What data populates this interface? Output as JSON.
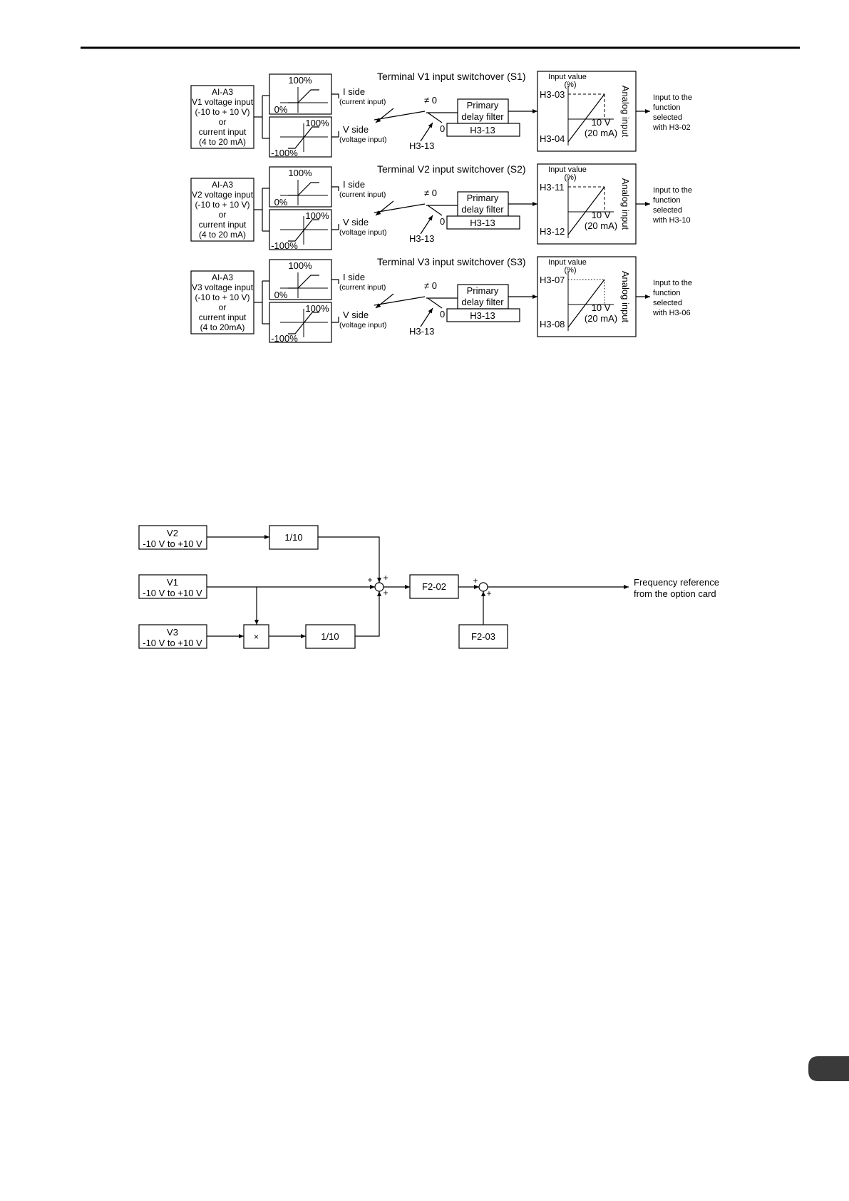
{
  "diagram1": {
    "channels": [
      {
        "source_lines": [
          "AI-A3",
          "V1 voltage input",
          "(-10 to + 10 V)",
          "or",
          "current input",
          "(4 to 20 mA)"
        ],
        "cur_top": "100%",
        "cur_bottom": "0%",
        "volt_top": "100%",
        "volt_bottom": "-100%",
        "i_side": "I side",
        "i_side_sub": "(current input)",
        "v_side": "V side",
        "v_side_sub": "(voltage input)",
        "switchover": "Terminal V1 input switchover (S1)",
        "neq0": "≠ 0",
        "zero": "0",
        "h313_label": "H3-13",
        "filter_line1": "Primary",
        "filter_line2": "delay filter",
        "filter_param": "H3-13",
        "graph_title1": "Input value",
        "graph_title2": "(%)",
        "gain_param": "H3-03",
        "bias_param": "H3-04",
        "v_label": "10 V",
        "ma_label": "(20 mA)",
        "analog_input": "Analog input",
        "output_lines": [
          "Input to the",
          "function",
          "selected",
          "with H3-02"
        ]
      },
      {
        "source_lines": [
          "AI-A3",
          "V2 voltage input",
          "(-10 to + 10 V)",
          "or",
          "current input",
          "(4 to 20 mA)"
        ],
        "cur_top": "100%",
        "cur_bottom": "0%",
        "volt_top": "100%",
        "volt_bottom": "-100%",
        "i_side": "I side",
        "i_side_sub": "(current input)",
        "v_side": "V side",
        "v_side_sub": "(voltage input)",
        "switchover": "Terminal V2 input switchover (S2)",
        "neq0": "≠ 0",
        "zero": "0",
        "h313_label": "H3-13",
        "filter_line1": "Primary",
        "filter_line2": "delay filter",
        "filter_param": "H3-13",
        "graph_title1": "Input value",
        "graph_title2": "(%)",
        "gain_param": "H3-11",
        "bias_param": "H3-12",
        "v_label": "10 V",
        "ma_label": "(20 mA)",
        "analog_input": "Analog input",
        "output_lines": [
          "Input to the",
          "function",
          "selected",
          "with H3-10"
        ]
      },
      {
        "source_lines": [
          "AI-A3",
          "V3 voltage input",
          "(-10 to + 10 V)",
          "or",
          "current input",
          "(4 to 20mA)"
        ],
        "cur_top": "100%",
        "cur_bottom": "0%",
        "volt_top": "100%",
        "volt_bottom": "-100%",
        "i_side": "I side",
        "i_side_sub": "(current input)",
        "v_side": "V side",
        "v_side_sub": "(voltage input)",
        "switchover": "Terminal V3 input switchover (S3)",
        "neq0": "≠ 0",
        "zero": "0",
        "h313_label": "H3-13",
        "filter_line1": "Primary",
        "filter_line2": "delay filter",
        "filter_param": "H3-13",
        "graph_title1": "Input value",
        "graph_title2": "(%)",
        "gain_param": "H3-07",
        "bias_param": "H3-08",
        "v_label": "10 V",
        "ma_label": "(20 mA)",
        "analog_input": "Analog input",
        "output_lines": [
          "Input to the",
          "function",
          "selected",
          "with H3-06"
        ]
      }
    ]
  },
  "diagram2": {
    "v2_name": "V2",
    "v2_range": "-10 V to +10 V",
    "v1_name": "V1",
    "v1_range": "-10 V to +10 V",
    "v3_name": "V3",
    "v3_range": "-10 V to +10 V",
    "div_top": "1/10",
    "multiply": "×",
    "div_bottom": "1/10",
    "gain_box": "F2-02",
    "bias_box": "F2-03",
    "plus": "+",
    "output_line1": "Frequency reference",
    "output_line2": "from the option card"
  }
}
